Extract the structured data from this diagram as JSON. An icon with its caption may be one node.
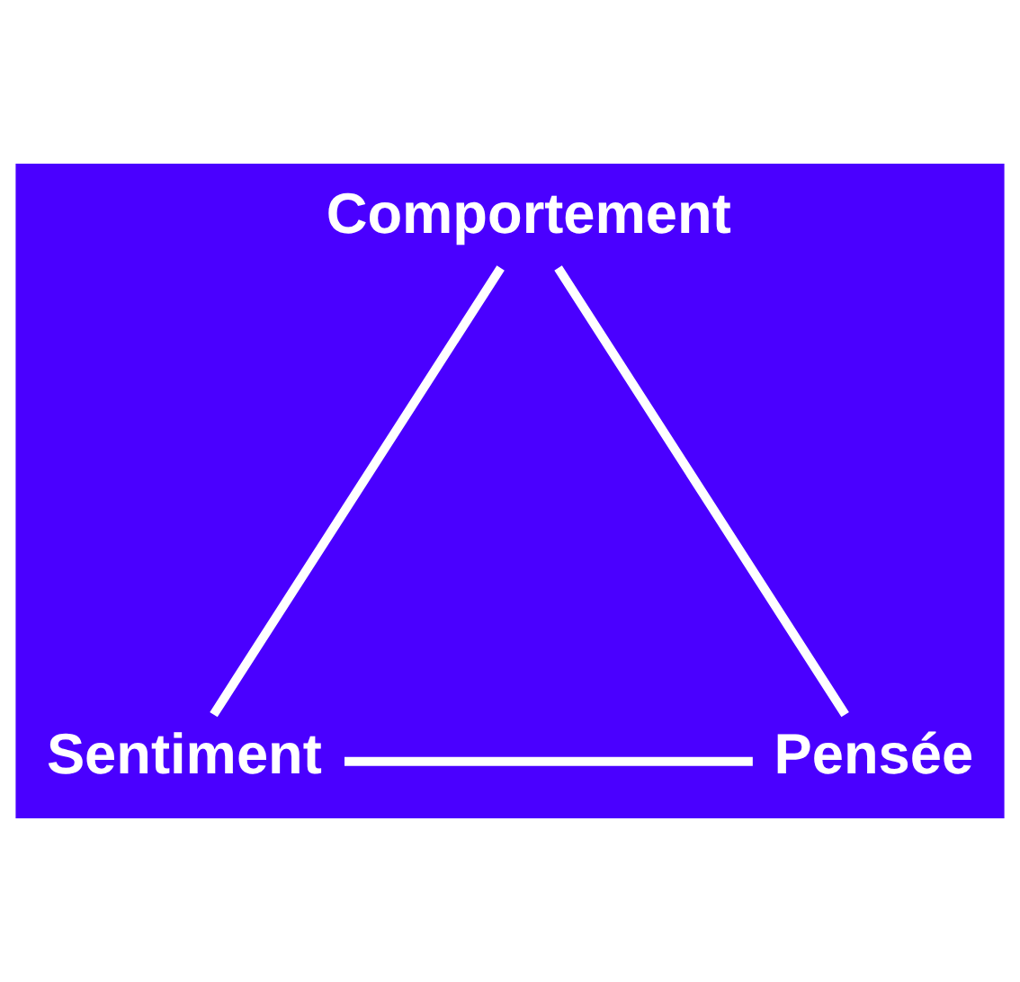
{
  "diagram": {
    "nodes": [
      {
        "text": [
          "Comportement"
        ]
      },
      {
        "text": [
          "Sentiment"
        ]
      },
      {
        "text": [
          "Pensée"
        ]
      }
    ],
    "edges": [
      {
        "from": 0,
        "to": 1,
        "arrow": "none"
      },
      {
        "from": 1,
        "to": 2,
        "arrow": "none"
      },
      {
        "from": 2,
        "to": 0,
        "arrow": "none"
      }
    ]
  }
}
